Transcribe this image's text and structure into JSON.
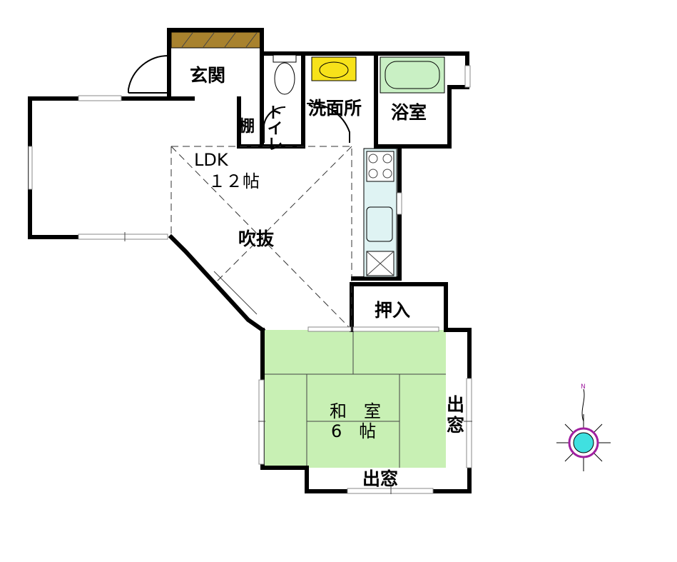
{
  "rooms": {
    "genkan": "玄関",
    "tana": "棚",
    "toilet": "トイレ",
    "senmenjo": "洗面所",
    "yokushitsu": "浴室",
    "ldk": "LDK",
    "ldk_size": "１２帖",
    "fukinuke": "吹抜",
    "oshiire": "押入",
    "washitsu": "和　室",
    "washitsu_size": "6　帖",
    "demado_bottom": "出窓",
    "demado_right_1": "出",
    "demado_right_2": "窓"
  },
  "colors": {
    "tatami": "#c8f0b4",
    "shoe_box": "#a8822e",
    "sink": "#f7e21a",
    "bath": "#c9f0c4",
    "kitchen": "#dff3f3",
    "compass_ring": "#a020a0",
    "compass_center": "#40e0e0"
  },
  "compass": {
    "north_label": "N"
  }
}
